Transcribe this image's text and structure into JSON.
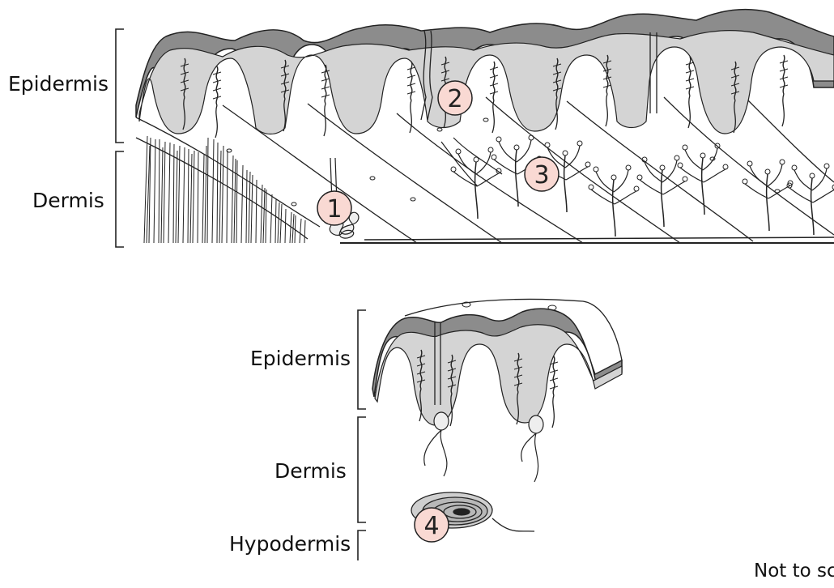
{
  "top_diagram": {
    "labels": {
      "epidermis": "Epidermis",
      "dermis": "Dermis"
    },
    "markers": [
      "1",
      "2",
      "3"
    ]
  },
  "bottom_diagram": {
    "labels": {
      "epidermis": "Epidermis",
      "dermis": "Dermis",
      "hypodermis": "Hypodermis"
    },
    "markers": [
      "4"
    ]
  },
  "footer_note": "Not to sc",
  "colors": {
    "outer_epidermis": "#8c8c8c",
    "inner_epidermis": "#d4d4d4",
    "marker_fill": "#f9d9d3",
    "line": "#222222"
  }
}
